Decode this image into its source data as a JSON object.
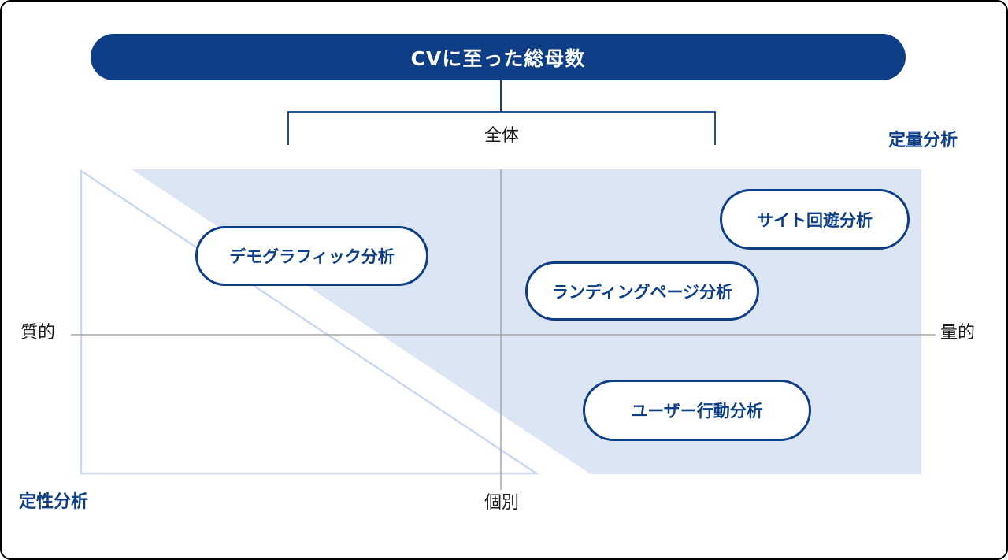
{
  "diagram": {
    "title": "CVに至った総母数",
    "scope": {
      "top_label": "全体",
      "bottom_label": "個別"
    },
    "axes": {
      "left_label": "質的",
      "right_label": "量的"
    },
    "quadrant_labels": {
      "top_right": "定量分析",
      "bottom_left": "定性分析"
    },
    "nodes": [
      {
        "label": "デモグラフィック分析"
      },
      {
        "label": "サイト回遊分析"
      },
      {
        "label": "ランディングページ分析"
      },
      {
        "label": "ユーザー行動分析"
      }
    ],
    "colors": {
      "navy": "#0d3e86",
      "highlight_fill": "#dbe5f4",
      "triangle_outline": "#c9d8f0",
      "axis_gray": "#a6a6a6",
      "text_black": "#1a1a1a",
      "background": "#ffffff",
      "border_black": "#000000"
    }
  }
}
